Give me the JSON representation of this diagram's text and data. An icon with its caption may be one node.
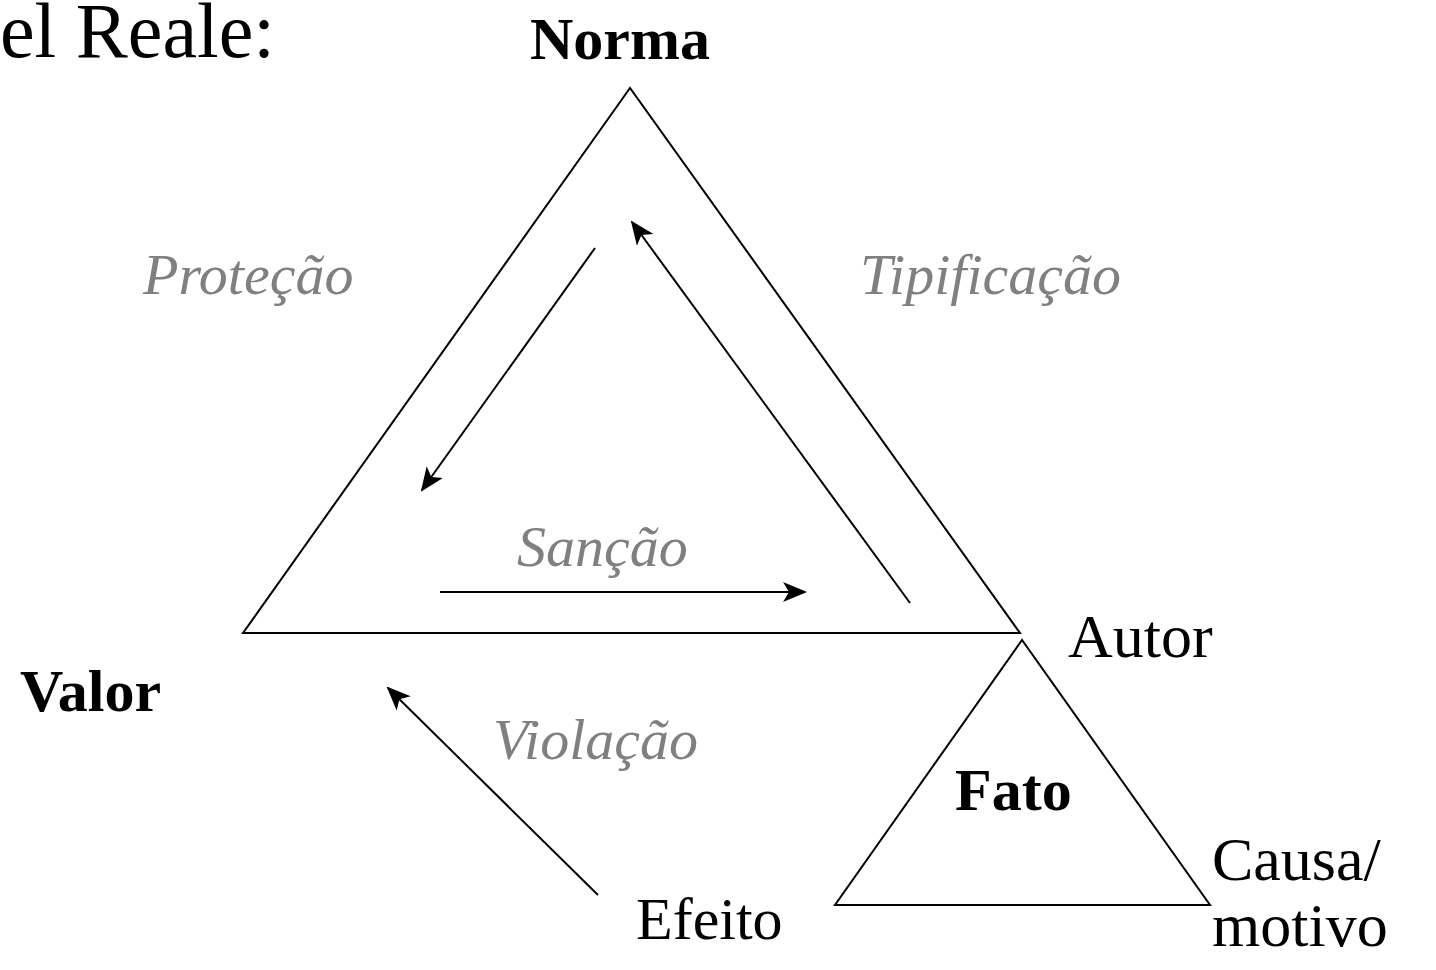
{
  "diagram": {
    "title": "el Reale:",
    "nodes": [
      {
        "text": [],
        "shape": "triangle"
      },
      {
        "text": [
          "Norma"
        ]
      },
      {
        "text": [
          "Valor"
        ]
      },
      {
        "text": [
          "Fato"
        ],
        "beside": [
          "Autor",
          "Causa/ motivo"
        ]
      },
      {
        "text": [
          "Efeito"
        ]
      }
    ],
    "labels": [
      "Proteção",
      "Tipificação",
      "Sanção",
      "Violação"
    ]
  }
}
